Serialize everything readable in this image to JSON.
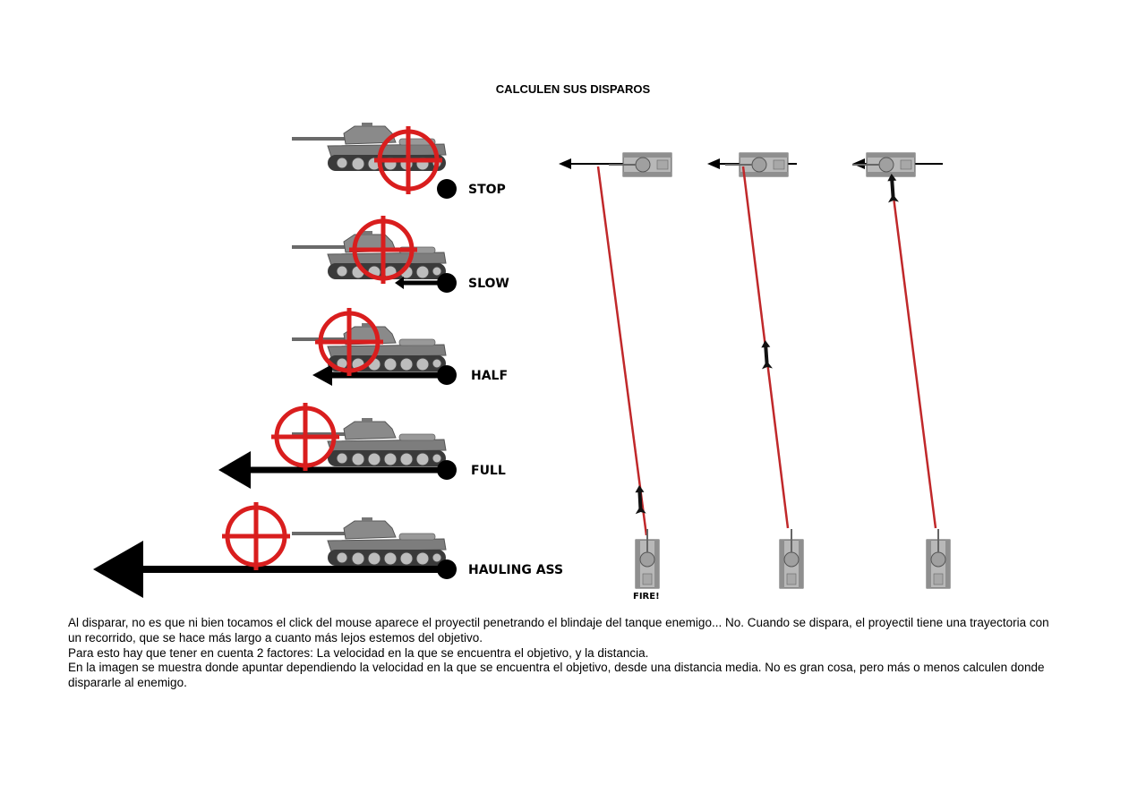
{
  "title": "CALCULEN SUS DISPAROS",
  "speeds": [
    {
      "label": "STOP",
      "lead": 0
    },
    {
      "label": "SLOW",
      "lead": 1
    },
    {
      "label": "HALF",
      "lead": 2
    },
    {
      "label": "FULL",
      "lead": 3
    },
    {
      "label": "HAULING ASS",
      "lead": 4
    }
  ],
  "fire_label": "FIRE!",
  "colors": {
    "crosshair": "#d91e1e",
    "trajectory": "#c0282a",
    "arrow": "#000000",
    "tank": "#7a7a7a"
  },
  "icons": [
    "tank-side-icon",
    "tank-top-icon",
    "crosshair-icon",
    "projectile-icon",
    "arrow-left-icon"
  ],
  "paragraphs": [
    "Al disparar, no es que ni bien tocamos el click del mouse aparece el proyectil penetrando el blindaje del tanque enemigo... No. Cuando se dispara, el proyectil tiene una trayectoria con un recorrido, que se hace más largo a cuanto más lejos estemos del objetivo.",
    "Para esto hay que tener en cuenta 2 factores: La velocidad en la que se encuentra el objetivo, y la distancia.",
    "En la imagen se muestra donde apuntar dependiendo la velocidad en la que se encuentra el objetivo, desde una distancia media. No es gran cosa, pero más o menos calculen donde dispararle al enemigo."
  ]
}
